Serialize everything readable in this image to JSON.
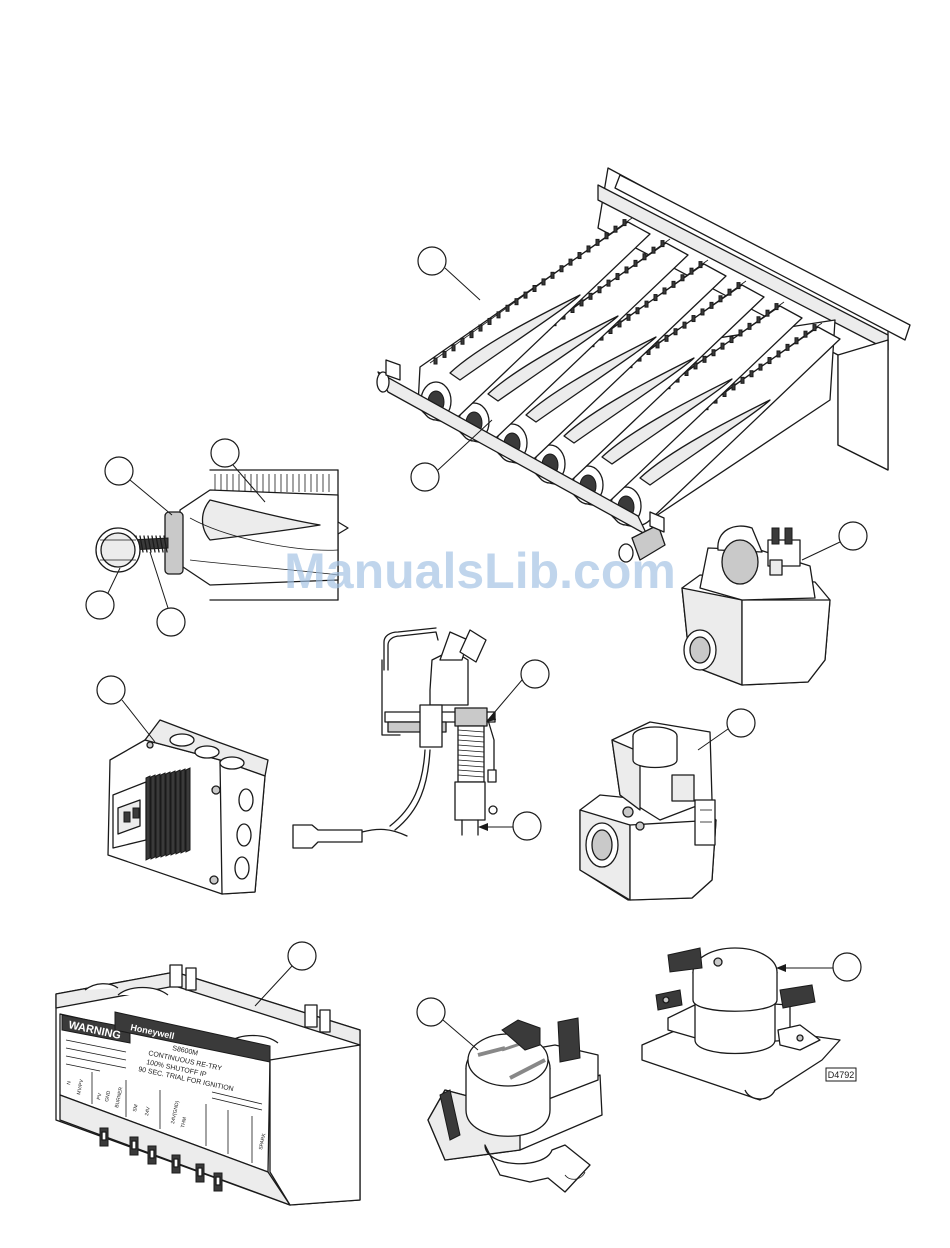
{
  "watermark": "ManualsLib.com",
  "control_module": {
    "warning_label": "WARNING",
    "brand": "Honeywell",
    "model": "S8600M",
    "line1": "CONTINUOUS RE-TRY",
    "line2": "100% SHUTOFF IP",
    "line3": "90 SEC. TRIAL FOR IGNITION",
    "terminal_labels": [
      "N",
      "MV/PV",
      "PV",
      "GND",
      "BURNER",
      "SM",
      "24V",
      "24V(GND)",
      "THM",
      "SPARK"
    ]
  },
  "drawing_number": "D4792"
}
